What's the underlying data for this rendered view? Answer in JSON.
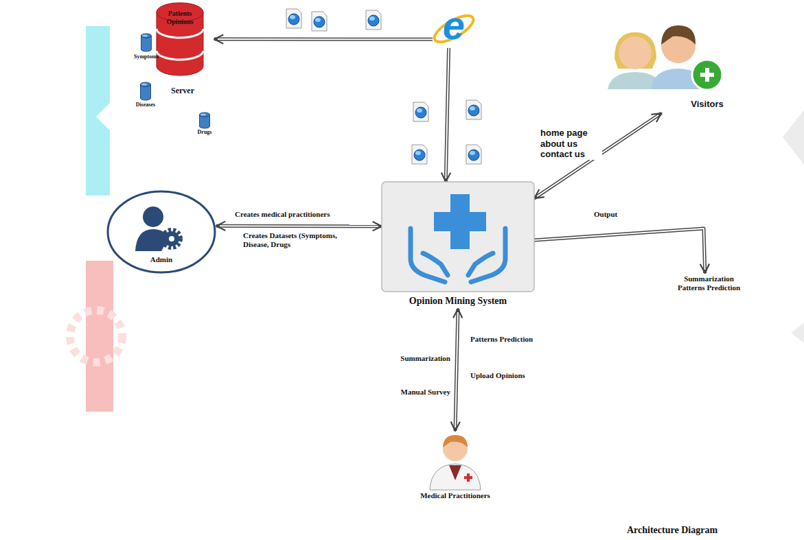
{
  "diagram": {
    "caption": "Architecture Diagram",
    "nodes": [
      {
        "text": [
          "Patients Opinions",
          "Server"
        ]
      },
      {
        "text": [
          "Symptoms"
        ]
      },
      {
        "text": [
          "Diseases"
        ]
      },
      {
        "text": [
          "Drugs"
        ]
      },
      {
        "text": [
          "e"
        ]
      },
      {
        "text": [
          "Visitors"
        ]
      },
      {
        "text": [
          "Admin"
        ]
      },
      {
        "text": [
          "Opinion Mining System"
        ]
      },
      {
        "text": [
          "Medical Practitioners"
        ]
      },
      {
        "text": [
          "Summarization Patterns Prediction"
        ]
      }
    ],
    "edges": [
      {
        "from": 4,
        "to": 0,
        "arrow": "to"
      },
      {
        "from": 4,
        "to": 7,
        "arrow": "to"
      },
      {
        "from": 7,
        "to": 5,
        "arrow": "both",
        "label": "home page about us contact us"
      },
      {
        "from": 6,
        "to": 7,
        "arrow": "both",
        "label": "Creates medical practitioners"
      },
      {
        "from": 7,
        "to": 9,
        "arrow": "to",
        "label": "Output"
      },
      {
        "from": 7,
        "to": 8,
        "arrow": "both"
      }
    ],
    "labels": [
      "Creates Datasets (Symptoms, Disease, Drugs",
      "Patterns Prediction",
      "Summarization",
      "Upload Opinions",
      "Manual Survey"
    ]
  }
}
